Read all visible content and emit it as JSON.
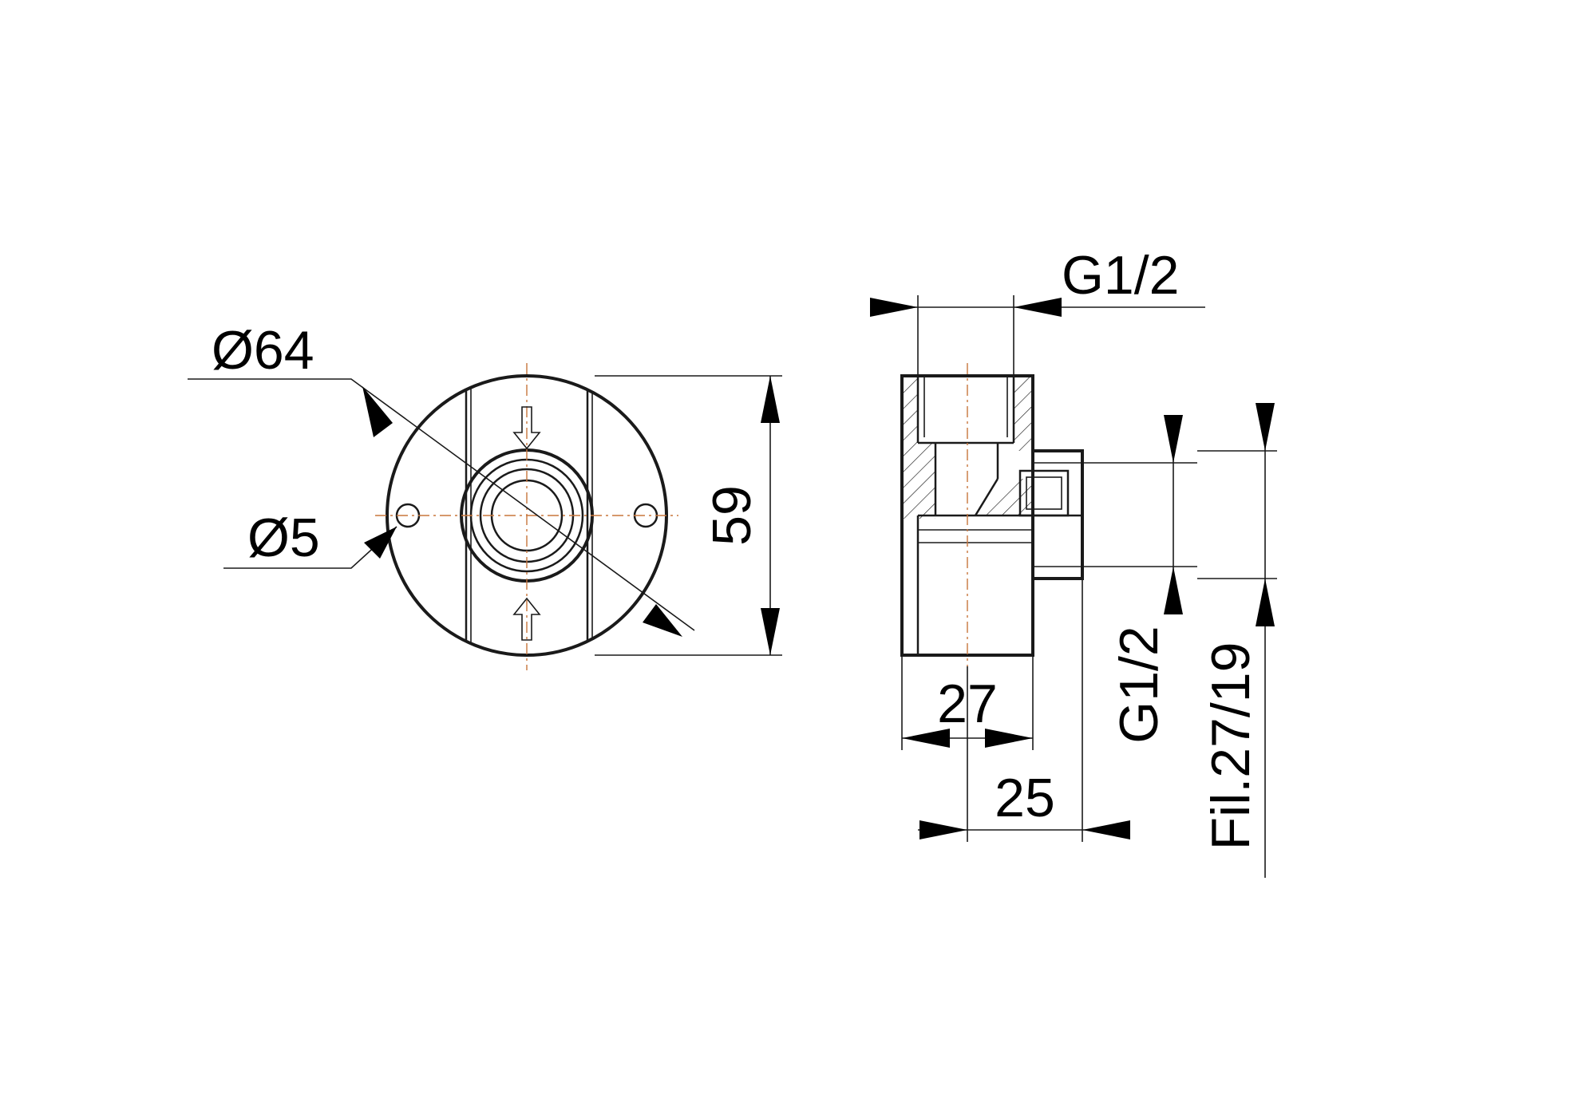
{
  "drawing": {
    "front_view": {
      "flange_diameter": "Ø64",
      "hole_diameter": "Ø5",
      "height": "59"
    },
    "side_view": {
      "top_thread": "G1/2",
      "side_thread": "G1/2",
      "body_width": "27",
      "projection": "25",
      "fil": "Fil.27/19"
    }
  },
  "colors": {
    "line": "#1a1a1a",
    "centerline": "#c8763c",
    "background": "#ffffff"
  }
}
